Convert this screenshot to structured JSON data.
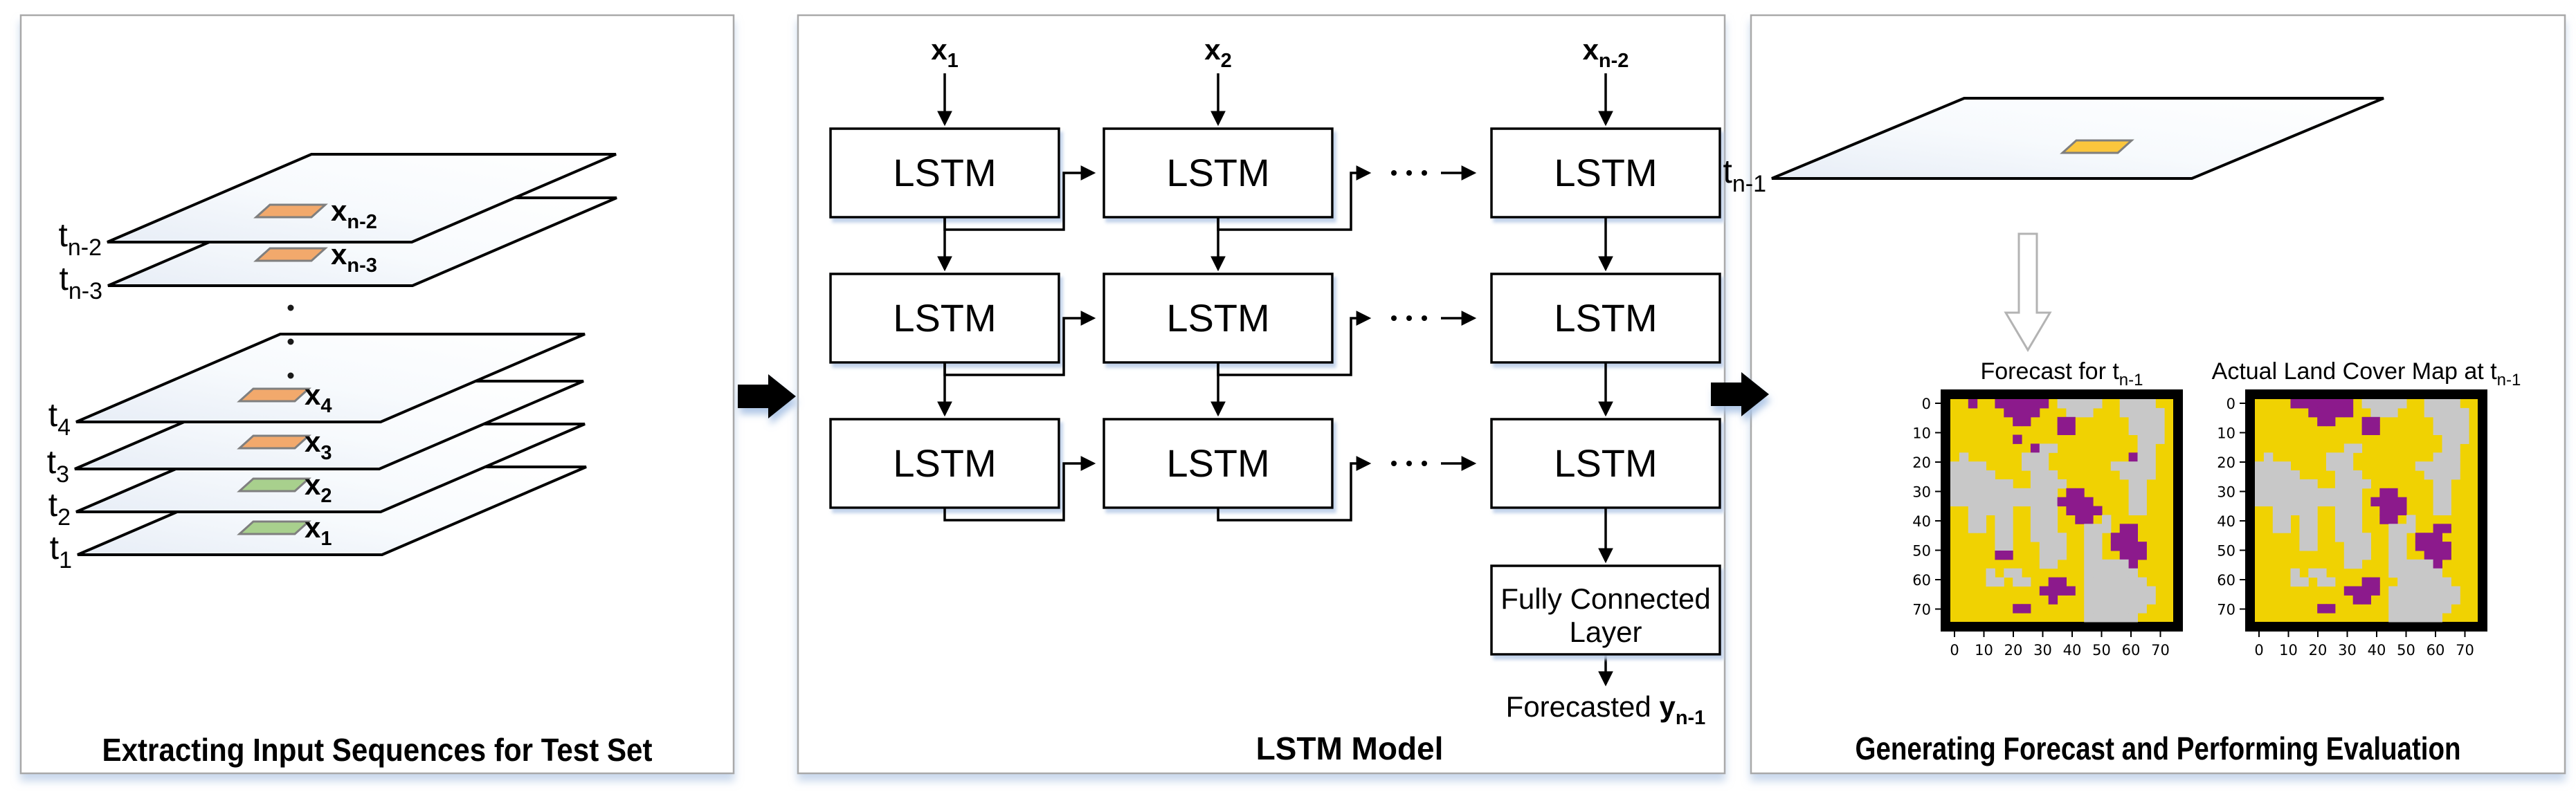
{
  "left_panel": {
    "caption": "Extracting Input Sequences for Test Set",
    "sheets": [
      {
        "t_main": "t",
        "t_sub": "n-2",
        "x_main": "x",
        "x_sub": "n-2",
        "patch": "orange"
      },
      {
        "t_main": "t",
        "t_sub": "n-3",
        "x_main": "x",
        "x_sub": "n-3",
        "patch": "orange"
      },
      {
        "t_main": "t",
        "t_sub": "4",
        "x_main": "x",
        "x_sub": "4",
        "patch": "orange"
      },
      {
        "t_main": "t",
        "t_sub": "3",
        "x_main": "x",
        "x_sub": "3",
        "patch": "orange"
      },
      {
        "t_main": "t",
        "t_sub": "2",
        "x_main": "x",
        "x_sub": "2",
        "patch": "green"
      },
      {
        "t_main": "t",
        "t_sub": "1",
        "x_main": "x",
        "x_sub": "1",
        "patch": "green"
      }
    ],
    "patch_colors": {
      "orange": "#F2A96C",
      "green": "#A8D08D",
      "gold": "#FBC63D",
      "border": "#7F7F7F"
    }
  },
  "middle_panel": {
    "caption": "LSTM Model",
    "inputs": [
      {
        "main": "x",
        "sub": "1"
      },
      {
        "main": "x",
        "sub": "2"
      },
      {
        "main": "x",
        "sub": "n-2"
      }
    ],
    "cell_label": "LSTM",
    "fc_line1": "Fully Connected",
    "fc_line2": "Layer",
    "output_prefix": "Forecasted ",
    "output_main": "y",
    "output_sub": "n-1"
  },
  "right_panel": {
    "caption": "Generating Forecast and Performing Evaluation",
    "sheet_label": {
      "main": "t",
      "sub": "n-1"
    },
    "axis_ticks": [
      0,
      10,
      20,
      30,
      40,
      50,
      60,
      70
    ],
    "map_colors": {
      "y": "#F0D202",
      "g": "#C8C8C8",
      "p": "#8C1A8C",
      "frame": "#000000"
    },
    "maps": [
      {
        "name": "forecast-map",
        "title_prefix": "Forecast for ",
        "title_main": "t",
        "title_sub": "n-1",
        "grid": [
          "yypyyppppppygggggyyggggyy",
          "yyyyyyppppyyygggyyygggggy",
          "yyyyyyyppyyyppyyyyyyggggy",
          "yyyyyyyyyyyyppyyyyyyggggy",
          "yyyyyyypyyyyyyyyyyyyygggy",
          "yyyyyyyyypggyyyyyyyyyggyy",
          "ygyyyyyygggyyyyyyyyypggyy",
          "ggggyyyygggyyyyyyygggggyy",
          "gggggyyyygggyyyyyyyggggyy",
          "gggggggyyggggyyyyyyyggyyy",
          "ggggggggggggyppyyyyyggyyy",
          "ggggggggggggppppyyyyggyyy",
          "yygggggyygggyppppyyyggyyy",
          "yyggyggyygggyyppygyyyyyyy",
          "yyggyggyygggyyygggyppyyyy",
          "yyyyyggyyggggyyggypppyyyy",
          "yyyyyggyyygggyyggyppppyyy",
          "yyyyyppyyygggyyggyypppyyy",
          "yyyyyyyyyyggyyygggggpyyyy",
          "yyyygyggyyyyyyyggggggyyyy",
          "yyyyggyggyyppyygggggggyyy",
          "yyyyyyyyyyppppyggggggggyy",
          "yyyyyyyyyyypyyyggggggggyy",
          "yyyyyyyppyyyyyygggggggyyy",
          "yyyyyyyyyyyyyyyggggggyyyy"
        ]
      },
      {
        "name": "actual-map",
        "title_prefix": "Actual Land Cover Map at ",
        "title_main": "t",
        "title_sub": "n-1",
        "grid": [
          "yyyypppppppygggggyyggggyy",
          "yyyyyypppppyygggyyygggggy",
          "yyyyyyyppyyyppyyyyyyggggy",
          "yyyyyyyyyyyyppyyyyyyggggy",
          "yyyyyyyyyyyyyyyyyyyyygggy",
          "yyyyyyyyyyggyyyyyyyyyggyy",
          "ygyyyyyygggyyyyyyyyygggyy",
          "ggggyyyygggyyyyyyygggggyy",
          "gggggyyyygggyyyyyyyggggyy",
          "gggggggyyggggyyyyyyyggyyy",
          "ggggggggggggyyppyyyyggyyy",
          "ggggggggggggyppppyyyggyyy",
          "yygggggyygggyypppyyyggyyy",
          "yyggyggyygggyyppygyyyyyyy",
          "yyggyggyygggyyygggyyppyyy",
          "yyyyyggyyggggyyggypppyyyy",
          "yyyyyggyyygggyyggyppppyyy",
          "yyyyyyyyyygggyyggyypppyyy",
          "yyyyyyyyyyggyyygggggpyyyy",
          "yyyygyggyyyyyyyggggggyyyy",
          "yyyyggyggyyyppyyggggggyyy",
          "yyyyyyyyyyppppyggggggggyy",
          "yyyyyyyyyyyppyyggggggggyy",
          "yyyyyyyppyyyyyygggggggyyy",
          "yyyyyyyyyyyyyyyggggggyyyy"
        ]
      }
    ]
  }
}
